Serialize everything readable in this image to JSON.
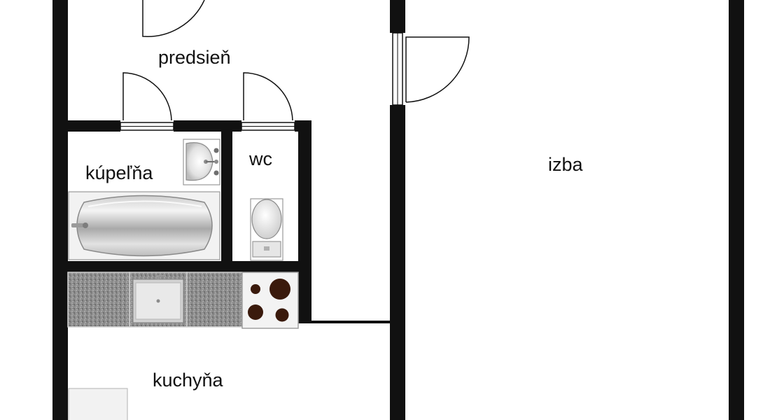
{
  "rooms": {
    "hall": "predsieň",
    "bathroom": "kúpeľňa",
    "wc": "wc",
    "room": "izba",
    "kitchen": "kuchyňa"
  },
  "colors": {
    "wall": "#111111",
    "background": "#ffffff",
    "door_line": "#111111",
    "countertop": "#8c8c8c",
    "fixture_light": "#f0f0f0",
    "fixture_mid": "#c8c8c8",
    "burner": "#3a1a0c"
  },
  "icons": [
    "door-swing-icon",
    "sink-icon",
    "bathtub-icon",
    "toilet-icon",
    "kitchen-sink-icon",
    "stove-icon"
  ]
}
